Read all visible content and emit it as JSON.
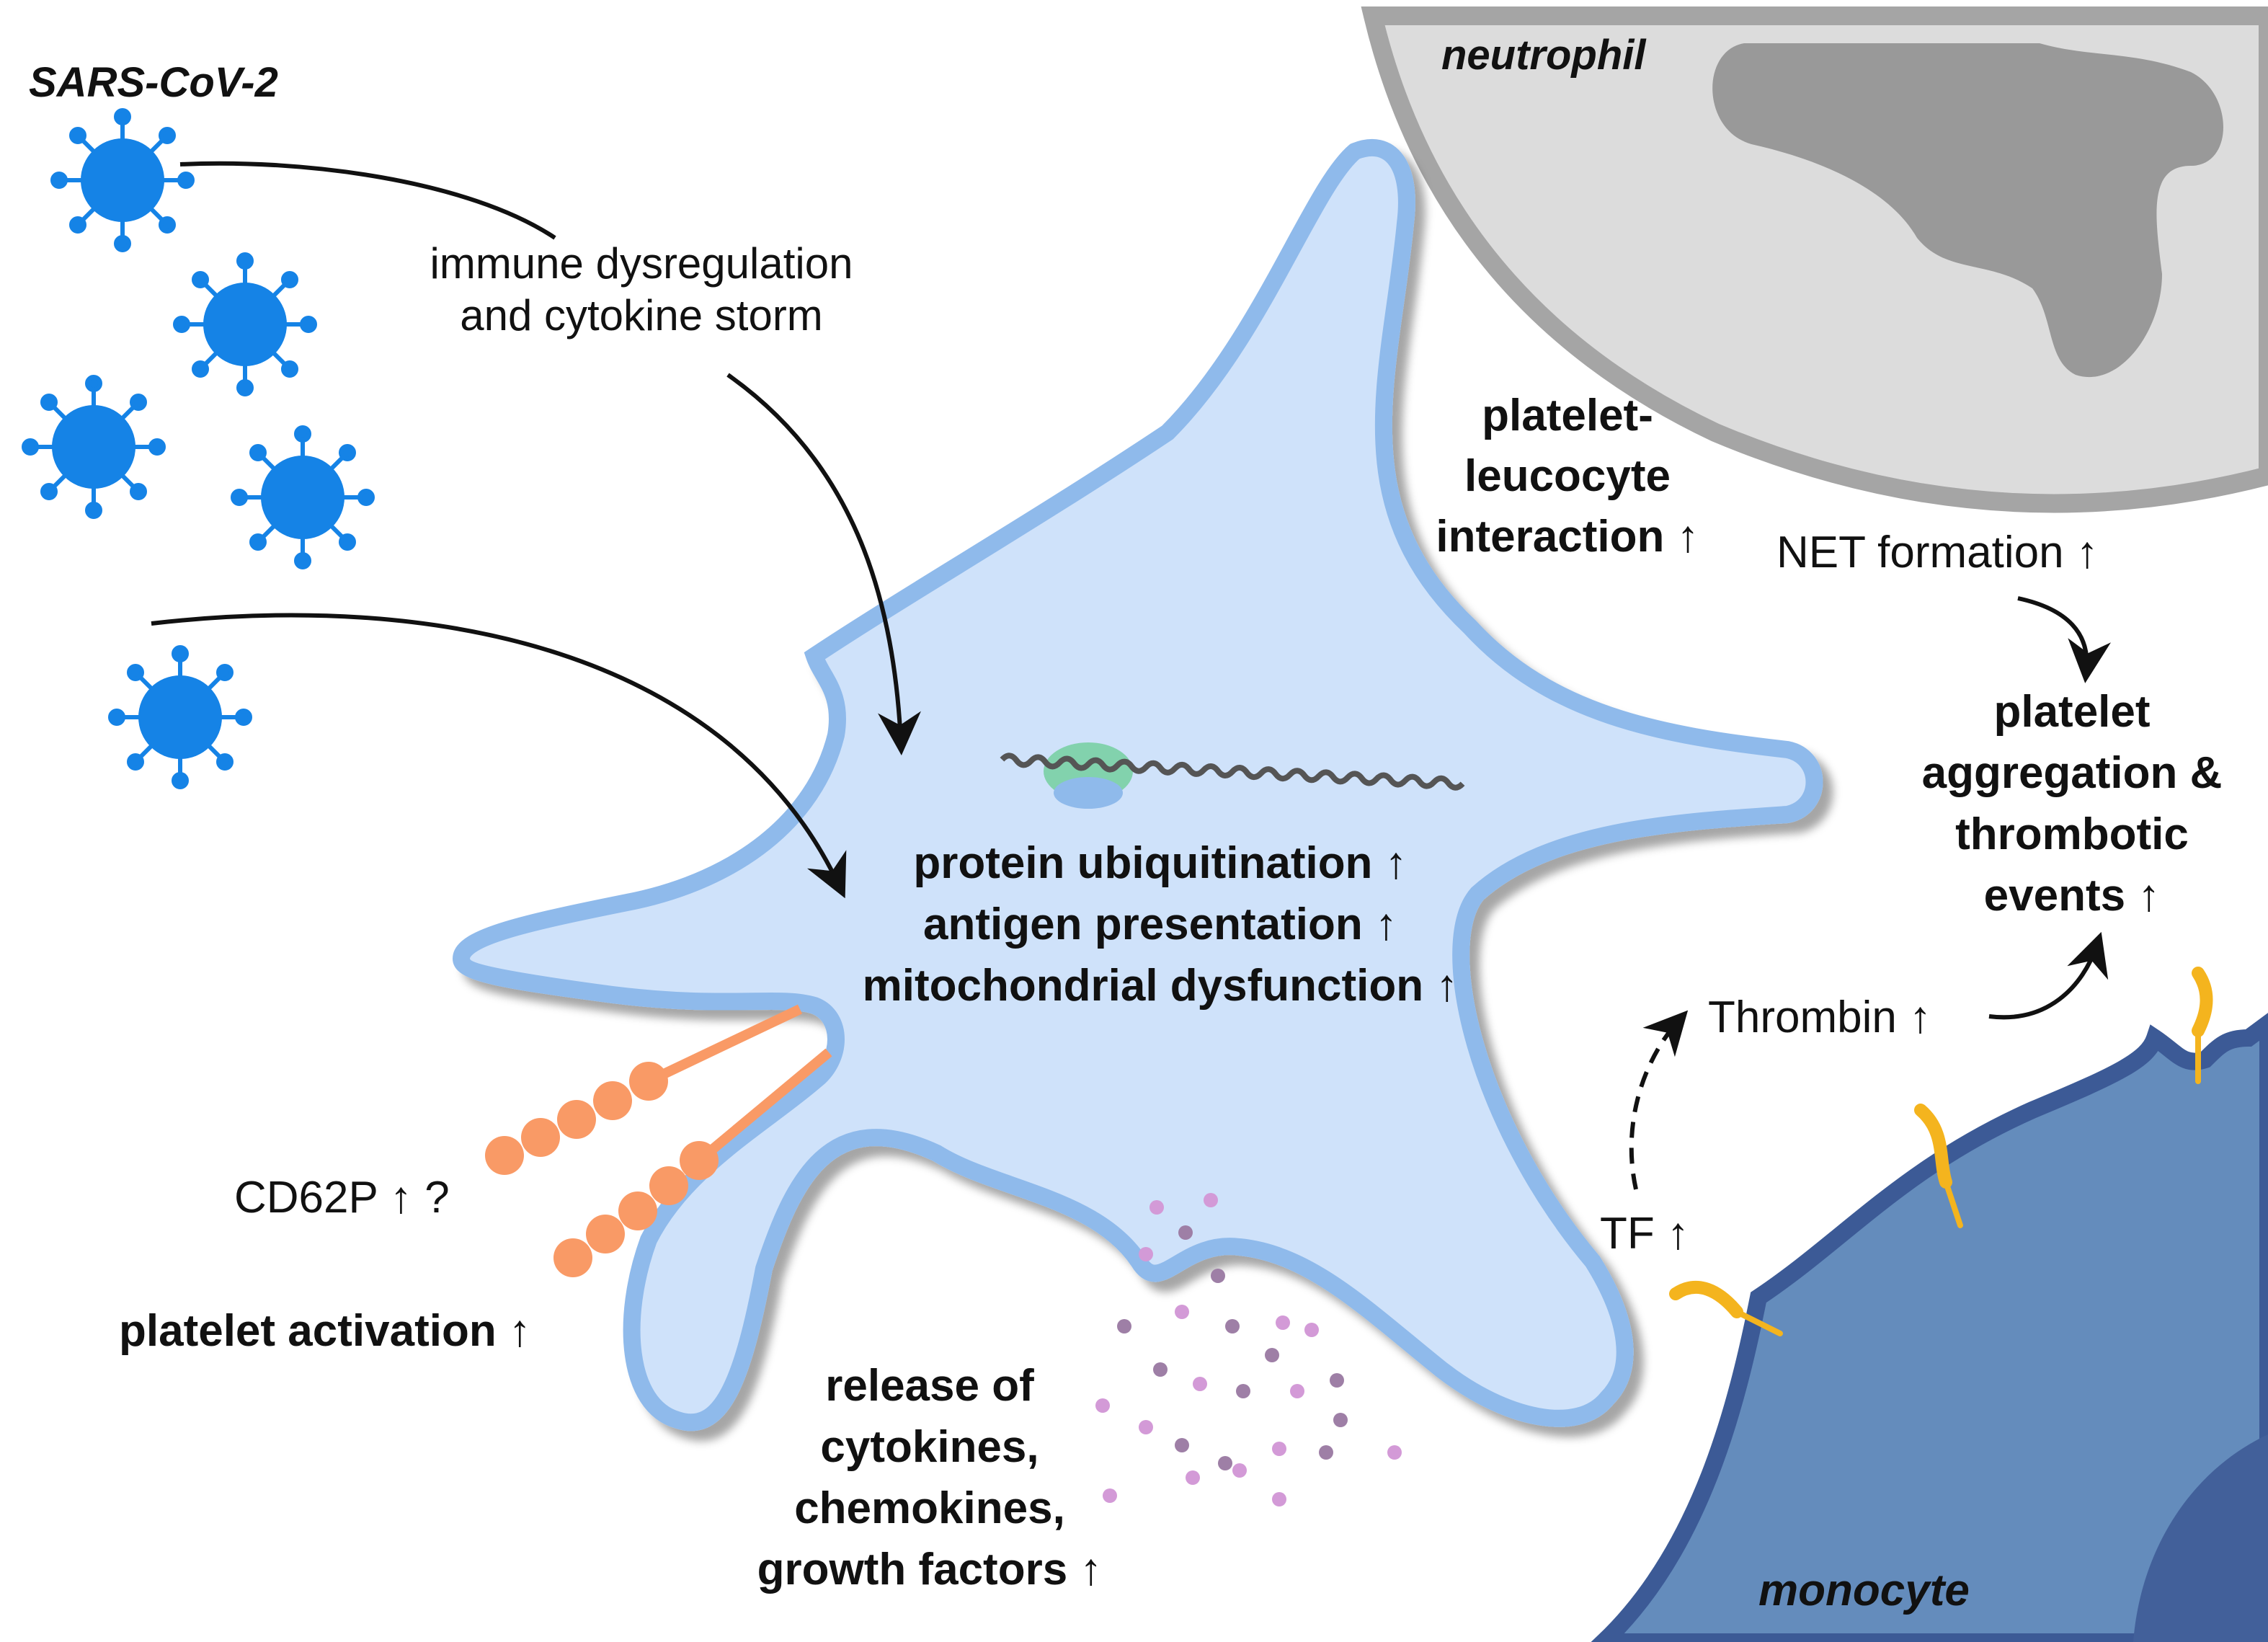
{
  "labels": {
    "sars": "SARS-CoV-2",
    "neutrophil": "neutrophil",
    "monocyte": "monocyte",
    "immune": [
      "immune dysregulation",
      "and cytokine storm"
    ],
    "plt_leuco": [
      "platelet-",
      "leucocyte",
      "interaction ↑"
    ],
    "net": "NET formation ↑",
    "aggregation": [
      "platelet",
      "aggregation &",
      "thrombotic",
      "events ↑"
    ],
    "thrombin": "Thrombin ↑",
    "tf": "TF ↑",
    "center": [
      "protein ubiquitination ↑",
      "antigen presentation ↑",
      "mitochondrial dysfunction ↑"
    ],
    "cd62p": "CD62P ↑ ?",
    "activation": "platelet activation ↑",
    "release": [
      "release of",
      "cytokines,",
      "chemokines,",
      "growth factors ↑"
    ]
  },
  "colors": {
    "virus": "#1583e6",
    "platelet_fill": "#cfe2fa",
    "platelet_border": "#8fbaeb",
    "neutrophil_fill": "#dcdcdc",
    "neutrophil_border": "#a5a5a5",
    "neutrophil_nucleus": "#999999",
    "monocyte_fill": "#648cbc",
    "monocyte_border": "#3c5a96",
    "monocyte_nucleus": "#42609a",
    "receptor": "#f4b41e",
    "cd62p": "#f99a66",
    "ribosome": "#82d2ad",
    "granule_pink": "#d39ad7",
    "granule_purple": "#9e7fa6",
    "arrow": "#111111"
  }
}
